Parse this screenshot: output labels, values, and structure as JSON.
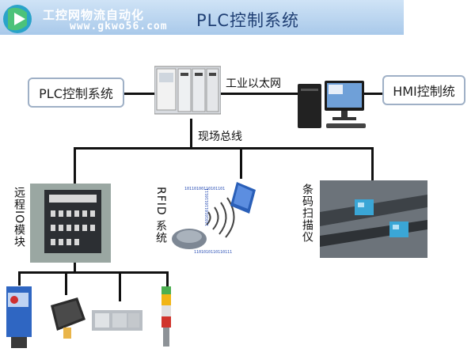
{
  "header": {
    "watermark_line1": "工控网物流自动化",
    "watermark_line2": "www.gkwo56.com",
    "title": "PLC控制系统"
  },
  "nodes": {
    "plc_box": "PLC控制系统",
    "hmi_box": "HMI控制统",
    "ethernet_label": "工业以太网",
    "fieldbus_label": "现场总线",
    "remote_io_label": "远程IO模块",
    "rfid_label": "RFID 系统",
    "barcode_label": "条码扫描仪"
  },
  "rfid_bits": [
    "10110100110101101",
    "1101010110110111",
    "1101010110110111"
  ],
  "colors": {
    "banner": "#b7d2ee",
    "title": "#1f3f74",
    "box_border": "#9fb0c6",
    "line": "#111111"
  }
}
